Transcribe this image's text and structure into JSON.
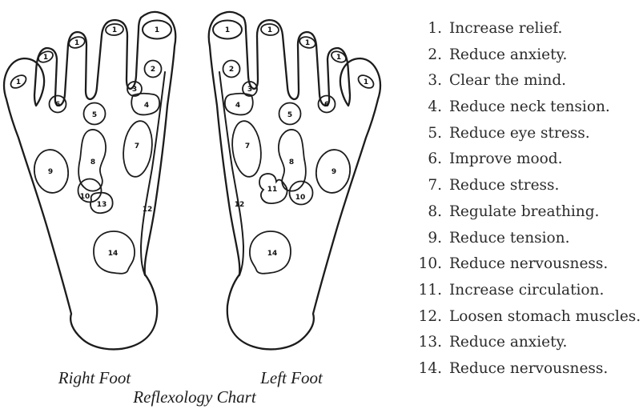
{
  "title": "Reflexology Chart",
  "colors": {
    "ink": "#1c1c1c",
    "background": "#ffffff"
  },
  "feet": [
    {
      "caption": "Right Foot",
      "zones": [
        "1",
        "1",
        "1",
        "1",
        "1",
        "2",
        "3",
        "4",
        "5",
        "6",
        "7",
        "8",
        "9",
        "10",
        "13",
        "12",
        "14"
      ]
    },
    {
      "caption": "Left Foot",
      "zones": [
        "1",
        "1",
        "1",
        "1",
        "1",
        "2",
        "3",
        "4",
        "5",
        "6",
        "7",
        "8",
        "9",
        "11",
        "10",
        "12",
        "14"
      ]
    }
  ],
  "legend": {
    "items": [
      {
        "num": "1.",
        "text": "Increase relief."
      },
      {
        "num": "2.",
        "text": "Reduce anxiety."
      },
      {
        "num": "3.",
        "text": "Clear the mind."
      },
      {
        "num": "4.",
        "text": "Reduce neck tension."
      },
      {
        "num": "5.",
        "text": "Reduce eye stress."
      },
      {
        "num": "6.",
        "text": "Improve mood."
      },
      {
        "num": "7.",
        "text": "Reduce stress."
      },
      {
        "num": "8.",
        "text": "Regulate breathing."
      },
      {
        "num": "9.",
        "text": "Reduce tension."
      },
      {
        "num": "10.",
        "text": "Reduce nervousness."
      },
      {
        "num": "11.",
        "text": "Increase circulation."
      },
      {
        "num": "12.",
        "text": "Loosen stomach muscles."
      },
      {
        "num": "13.",
        "text": "Reduce anxiety."
      },
      {
        "num": "14.",
        "text": "Reduce nervousness."
      }
    ]
  }
}
